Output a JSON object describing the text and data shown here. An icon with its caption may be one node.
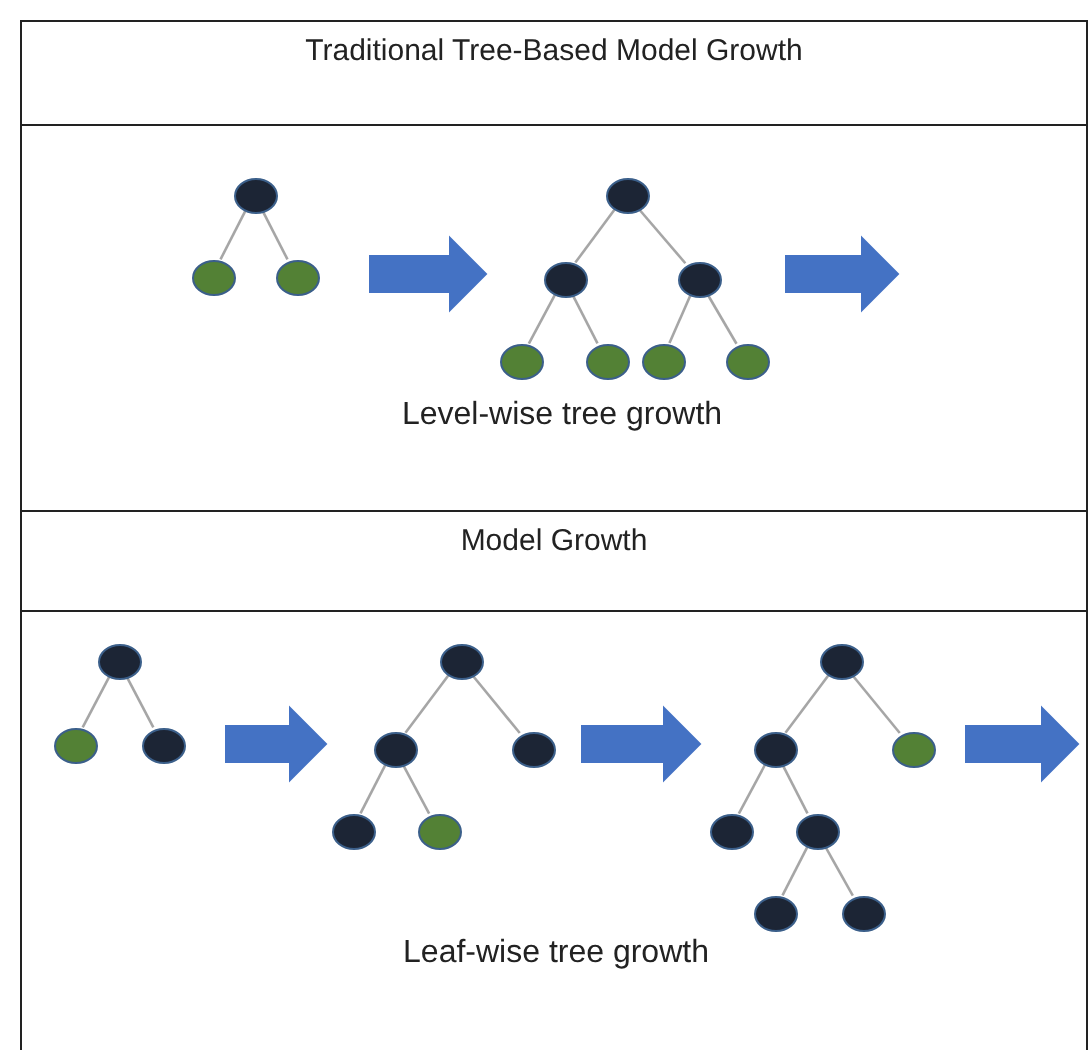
{
  "diagram": {
    "nodes": [
      {
        "text": [
          "Traditional Tree-Based Model Growth"
        ]
      },
      {
        "text": [
          "Level-wise tree growth"
        ]
      },
      {
        "text": [],
        "shape": "tree",
        "in": 1
      },
      {
        "text": [],
        "shape": "circle",
        "in": 2
      },
      {
        "text": [],
        "shape": "circle",
        "in": 2
      },
      {
        "text": [],
        "shape": "circle",
        "in": 2
      },
      {
        "text": [],
        "shape": "tree",
        "in": 1
      },
      {
        "text": [],
        "shape": "circle",
        "in": 6
      },
      {
        "text": [],
        "shape": "circle",
        "in": 6
      },
      {
        "text": [],
        "shape": "circle",
        "in": 6
      },
      {
        "text": [],
        "shape": "circle",
        "in": 6
      },
      {
        "text": [],
        "shape": "circle",
        "in": 6
      },
      {
        "text": [],
        "shape": "circle",
        "in": 6
      },
      {
        "text": [],
        "shape": "circle",
        "in": 6
      },
      {
        "text": [
          "Model Growth"
        ]
      },
      {
        "text": [
          "Leaf-wise tree growth"
        ]
      },
      {
        "text": [],
        "shape": "tree",
        "in": 15
      },
      {
        "text": [],
        "shape": "circle",
        "in": 16
      },
      {
        "text": [],
        "shape": "circle",
        "in": 16
      },
      {
        "text": [],
        "shape": "circle",
        "in": 16
      },
      {
        "text": [],
        "shape": "tree",
        "in": 15
      },
      {
        "text": [],
        "shape": "circle",
        "in": 20
      },
      {
        "text": [],
        "shape": "circle",
        "in": 20
      },
      {
        "text": [],
        "shape": "circle",
        "in": 20
      },
      {
        "text": [],
        "shape": "circle",
        "in": 20
      },
      {
        "text": [],
        "shape": "circle",
        "in": 20
      },
      {
        "text": [],
        "shape": "tree",
        "in": 15
      },
      {
        "text": [],
        "shape": "circle",
        "in": 26
      },
      {
        "text": [],
        "shape": "circle",
        "in": 26
      },
      {
        "text": [],
        "shape": "circle",
        "in": 26
      },
      {
        "text": [],
        "shape": "circle",
        "in": 26
      },
      {
        "text": [],
        "shape": "circle",
        "in": 26
      },
      {
        "text": [],
        "shape": "circle",
        "in": 26
      },
      {
        "text": [],
        "shape": "circle",
        "in": 26
      }
    ],
    "edges": [
      {
        "from": 3,
        "to": 4,
        "arrow": "none"
      },
      {
        "from": 3,
        "to": 5,
        "arrow": "none"
      },
      {
        "from": 7,
        "to": 8,
        "arrow": "none"
      },
      {
        "from": 7,
        "to": 9,
        "arrow": "none"
      },
      {
        "from": 8,
        "to": 10,
        "arrow": "none"
      },
      {
        "from": 8,
        "to": 11,
        "arrow": "none"
      },
      {
        "from": 9,
        "to": 12,
        "arrow": "none"
      },
      {
        "from": 9,
        "to": 13,
        "arrow": "none"
      },
      {
        "from": 2,
        "to": 6,
        "arrow": "to",
        "style": "thick",
        "color": "#4472c4"
      },
      {
        "from": 6,
        "to": null,
        "arrow": "to",
        "style": "thick",
        "color": "#4472c4"
      },
      {
        "from": 17,
        "to": 18,
        "arrow": "none"
      },
      {
        "from": 17,
        "to": 19,
        "arrow": "none"
      },
      {
        "from": 21,
        "to": 22,
        "arrow": "none"
      },
      {
        "from": 21,
        "to": 23,
        "arrow": "none"
      },
      {
        "from": 22,
        "to": 24,
        "arrow": "none"
      },
      {
        "from": 22,
        "to": 25,
        "arrow": "none"
      },
      {
        "from": 27,
        "to": 28,
        "arrow": "none"
      },
      {
        "from": 27,
        "to": 29,
        "arrow": "none"
      },
      {
        "from": 28,
        "to": 30,
        "arrow": "none"
      },
      {
        "from": 28,
        "to": 31,
        "arrow": "none"
      },
      {
        "from": 31,
        "to": 32,
        "arrow": "none"
      },
      {
        "from": 31,
        "to": 33,
        "arrow": "none"
      },
      {
        "from": 16,
        "to": 20,
        "arrow": "to",
        "style": "thick",
        "color": "#4472c4"
      },
      {
        "from": 20,
        "to": 26,
        "arrow": "to",
        "style": "thick",
        "color": "#4472c4"
      },
      {
        "from": 26,
        "to": null,
        "arrow": "to",
        "style": "thick",
        "color": "#4472c4"
      }
    ]
  }
}
